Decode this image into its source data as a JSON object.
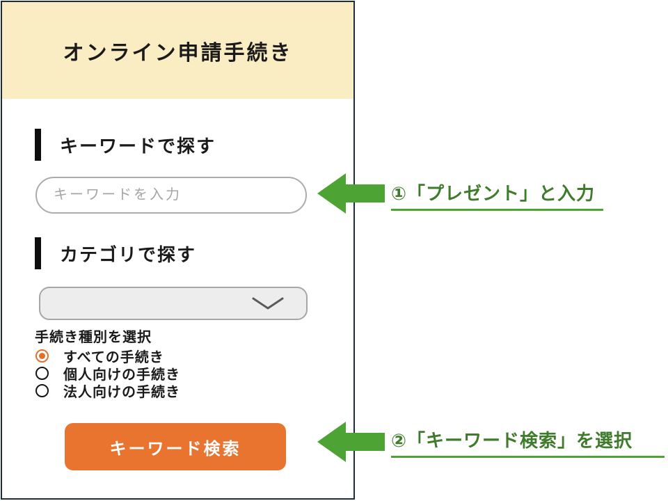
{
  "panel": {
    "title": "オンライン申請手続き",
    "keyword_section": {
      "heading": "キーワードで探す",
      "input_value": "",
      "input_placeholder": "キーワードを入力"
    },
    "category_section": {
      "heading": "カテゴリで探す",
      "dropdown_value": ""
    },
    "procedure_type": {
      "label": "手続き種別を選択",
      "options": [
        {
          "label": "すべての手続き",
          "selected": true
        },
        {
          "label": "個人向けの手続き",
          "selected": false
        },
        {
          "label": "法人向けの手続き",
          "selected": false
        }
      ]
    },
    "search_button_label": "キーワード検索"
  },
  "annotations": {
    "step1": "①「プレゼント」と入力",
    "step2": "②「キーワード検索」を選択"
  },
  "colors": {
    "header_bg": "#FAEDC4",
    "panel_border": "#1D2C3A",
    "accent_orange": "#E8742F",
    "radio_orange": "#E2702B",
    "arrow_green": "#4DA434",
    "annotation_text_green": "#3E7B2A"
  }
}
